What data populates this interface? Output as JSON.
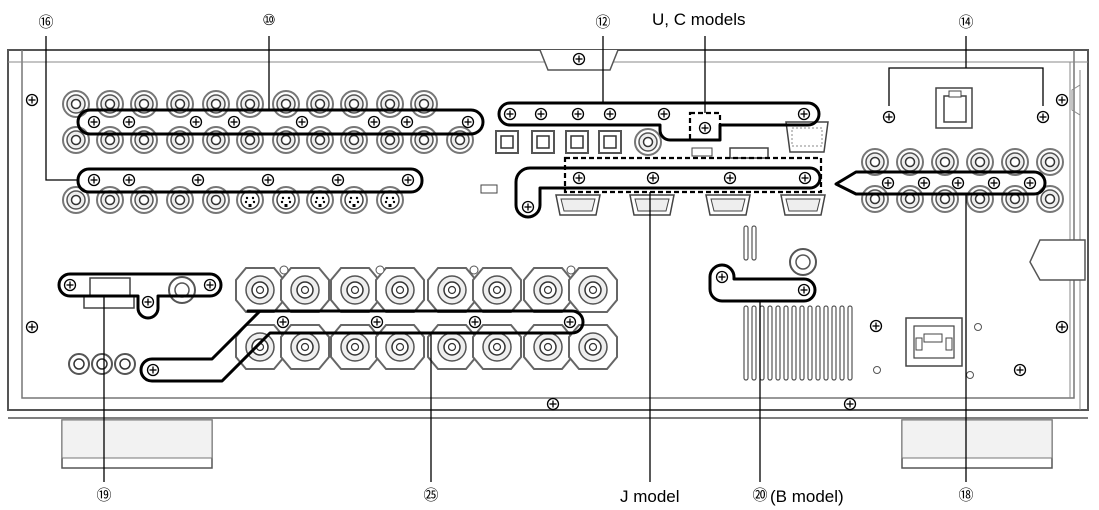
{
  "callouts": {
    "c10": "⑩",
    "c12": "⑫",
    "c14": "⑭",
    "c16": "⑯",
    "c18": "⑱",
    "c19": "⑲",
    "c20": "⑳",
    "c25": "㉕"
  },
  "labels": {
    "uc_models": "U, C models",
    "j_model": "J model",
    "b_model": "(B model)"
  },
  "icons": [
    "screw-icon",
    "rca-jack-icon",
    "s-video-jack-icon",
    "optical-jack-icon",
    "binding-post-icon",
    "ac-inlet-icon",
    "ethernet-port-icon",
    "d-sub-port-icon"
  ]
}
